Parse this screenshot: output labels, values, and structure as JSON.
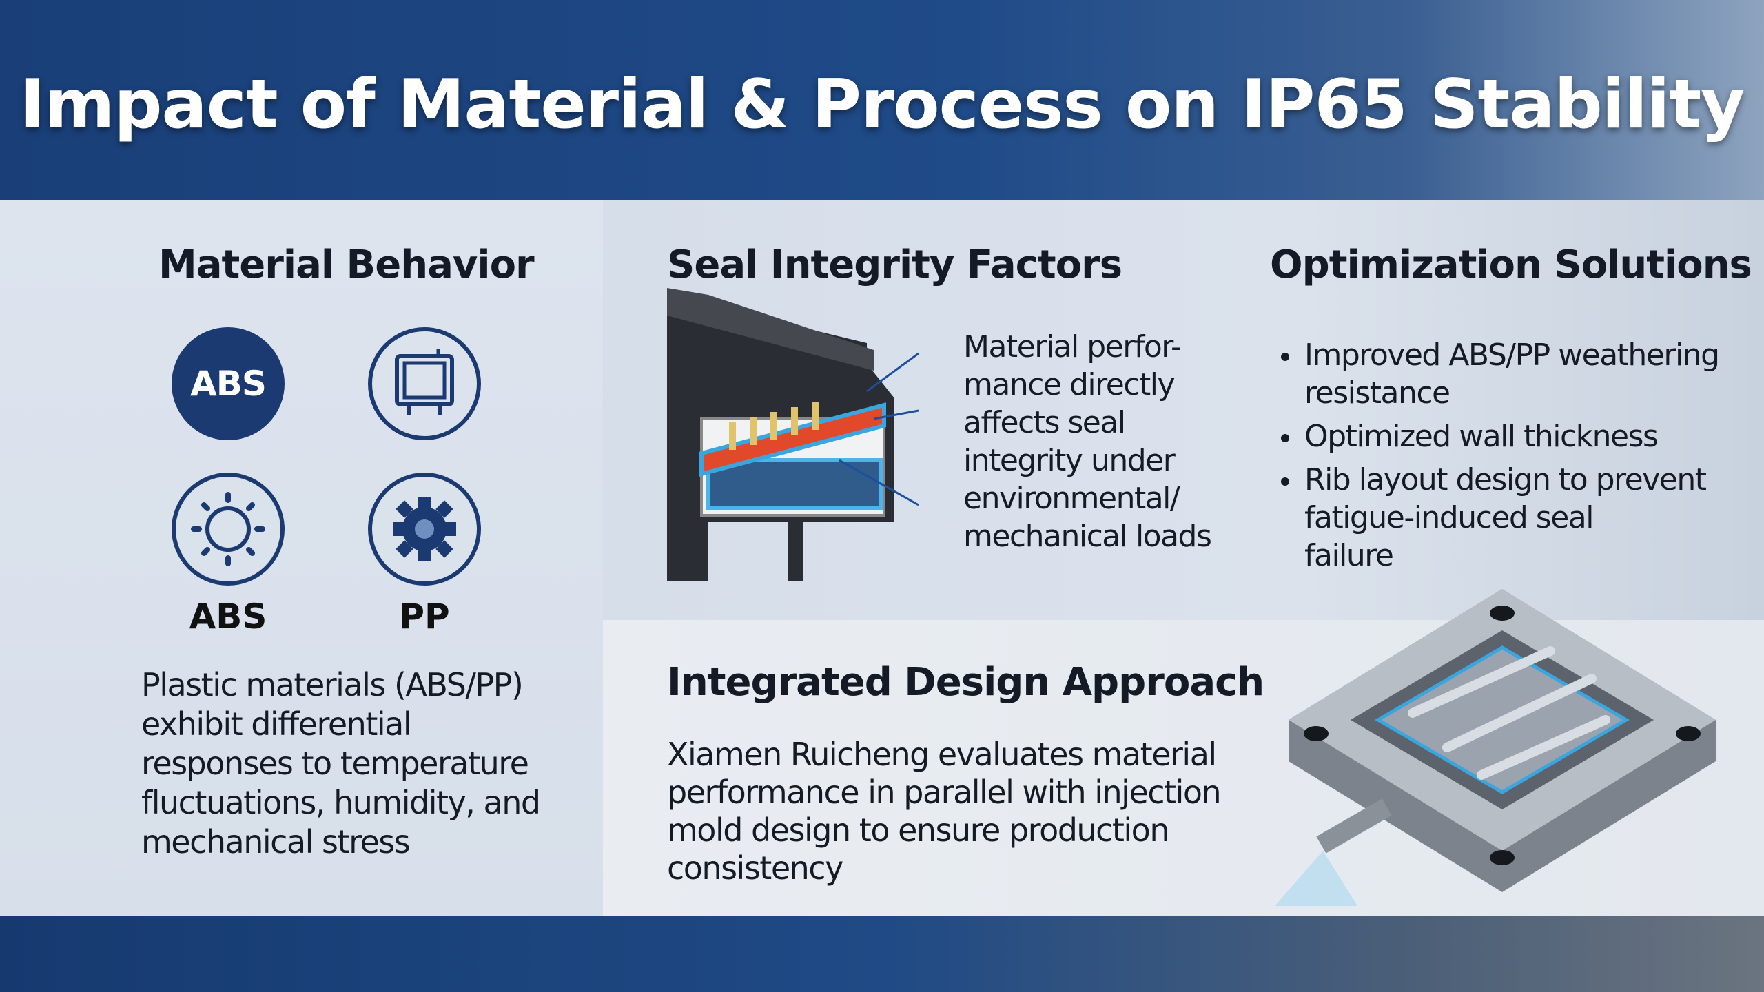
{
  "title": "Impact of Material & Process on IP65 Stability",
  "material_behavior": {
    "heading": "Material Behavior",
    "icons": [
      {
        "name": "abs-badge-icon",
        "text": "ABS"
      },
      {
        "name": "tablet-device-icon"
      },
      {
        "name": "sun-temperature-icon"
      },
      {
        "name": "gear-icon"
      }
    ],
    "labels": [
      "ABS",
      "PP"
    ],
    "paragraph_lines": [
      "Plastic materials (ABS/PP)",
      "exhibit differential",
      "responses to temperature",
      "fluctuations, humidity, and",
      "mechanical stress"
    ]
  },
  "seal_integrity": {
    "heading": "Seal Integrity Factors",
    "text_lines": [
      "Material perfor-",
      "mance directly",
      "affects seal",
      "integrity under",
      "environmental/",
      "mechanical loads"
    ]
  },
  "optimization": {
    "heading": "Optimization Solutions",
    "bullets": [
      {
        "lines": [
          "Improved ABS/PP weathering",
          "resistance"
        ]
      },
      {
        "lines": [
          "Optimized wall thickness"
        ]
      },
      {
        "lines": [
          "Rib layout design to prevent",
          "fatigue-induced seal",
          "failure"
        ]
      }
    ]
  },
  "integrated": {
    "heading": "Integrated Design Approach",
    "paragraph_lines": [
      "Xiamen Ruicheng evaluates material",
      "performance in parallel with injection",
      "mold design to ensure production",
      "consistency"
    ]
  },
  "colors": {
    "brand_blue": "#1c3a72",
    "seal_red": "#e2482a",
    "seal_blue": "#3aa6e0"
  }
}
